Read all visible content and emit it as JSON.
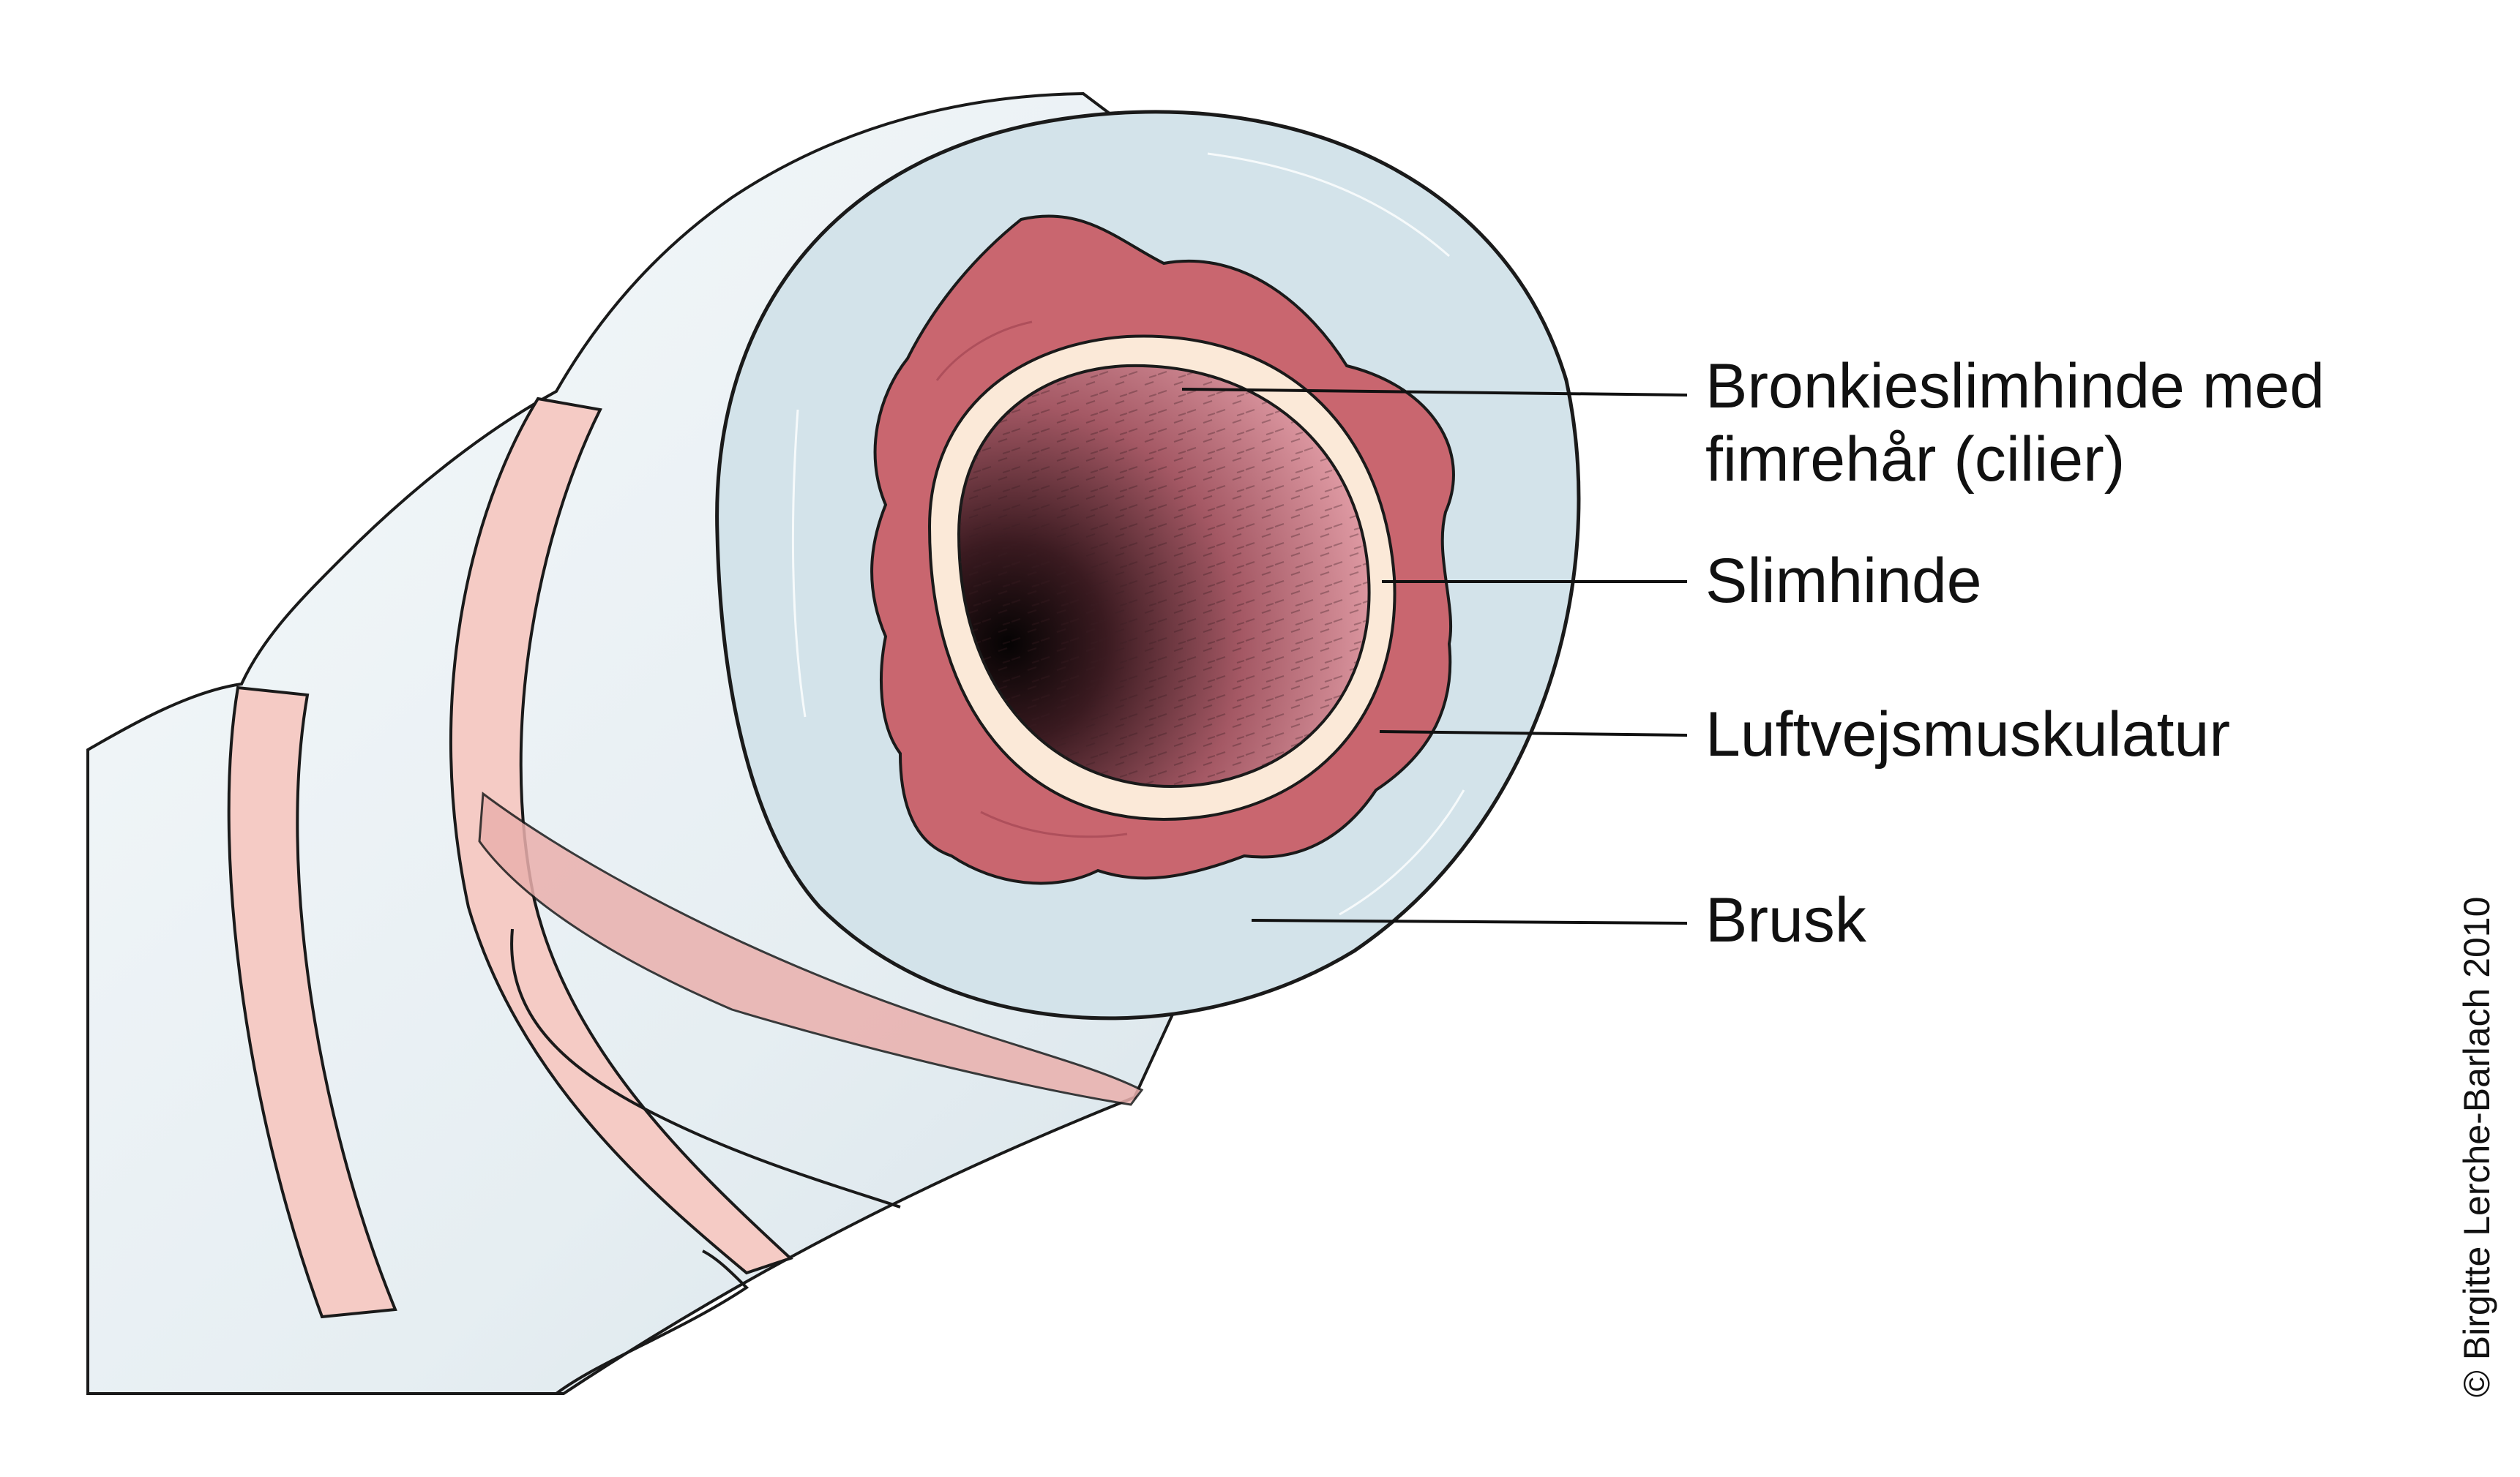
{
  "labels": {
    "bronchial_mucosa": {
      "line1": "Bronkieslimhinde med",
      "line2": "fimrehår (cilier)"
    },
    "mucus_membrane": "Slimhinde",
    "airway_muscle": "Luftvejsmuskulatur",
    "cartilage": "Brusk"
  },
  "copyright": "© Birgitte Lerche-Barlach 2010",
  "colors": {
    "tube_outer": "#e8eff3",
    "cartilage_face": "#d3e3ea",
    "muscle": "#c9666f",
    "mucus_layer": "#fbe9d8",
    "mucosa": "#d4858f",
    "cartilage_ring": "#f5c9c4",
    "outline": "#1a1a1a"
  }
}
